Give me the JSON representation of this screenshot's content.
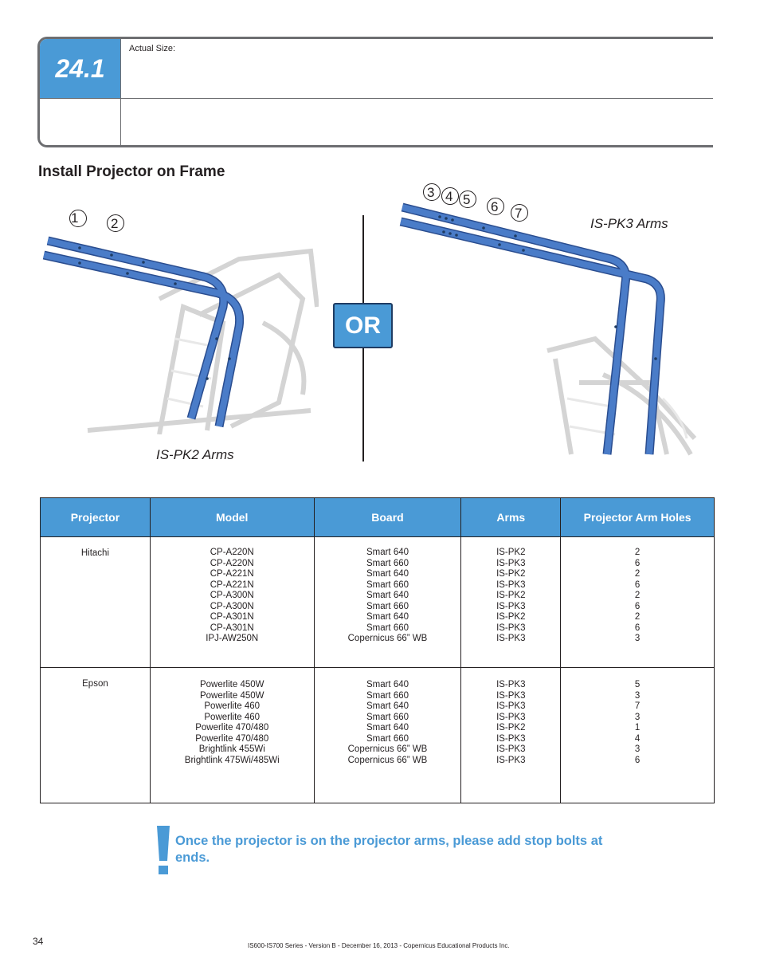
{
  "step": {
    "number": "24.1",
    "actual_size_label": "Actual Size:"
  },
  "section_title": "Install Projector on Frame",
  "figures": {
    "left": {
      "callouts": [
        "1",
        "2"
      ],
      "label": "IS-PK2 Arms"
    },
    "right": {
      "callouts": [
        "3",
        "4",
        "5",
        "6",
        "7"
      ],
      "label": "IS-PK3 Arms"
    },
    "or_label": "OR"
  },
  "table": {
    "headers": [
      "Projector",
      "Model",
      "Board",
      "Arms",
      "Projector Arm Holes"
    ],
    "rows": [
      {
        "projector": "Hitachi",
        "model": [
          "CP-A220N",
          "CP-A220N",
          "CP-A221N",
          "CP-A221N",
          "CP-A300N",
          "CP-A300N",
          "CP-A301N",
          "CP-A301N",
          "IPJ-AW250N"
        ],
        "board": [
          "Smart 640",
          "Smart 660",
          "Smart 640",
          "Smart 660",
          "Smart 640",
          "Smart 660",
          "Smart 640",
          "Smart 660",
          "Copernicus 66” WB"
        ],
        "arms": [
          "IS-PK2",
          "IS-PK3",
          "IS-PK2",
          "IS-PK3",
          "IS-PK2",
          "IS-PK3",
          "IS-PK2",
          "IS-PK3",
          "IS-PK3"
        ],
        "holes": [
          "2",
          "6",
          "2",
          "6",
          "2",
          "6",
          "2",
          "6",
          "3"
        ]
      },
      {
        "projector": "Epson",
        "model": [
          "Powerlite 450W",
          "Powerlite 450W",
          "Powerlite 460",
          "Powerlite 460",
          "Powerlite 470/480",
          "Powerlite 470/480",
          "Brightlink 455Wi",
          "Brightlink 475Wi/485Wi"
        ],
        "board": [
          "Smart 640",
          "Smart 660",
          "Smart 640",
          "Smart 660",
          "Smart 640",
          "Smart 660",
          "Copernicus 66” WB",
          "Copernicus 66” WB"
        ],
        "arms": [
          "IS-PK3",
          "IS-PK3",
          "IS-PK3",
          "IS-PK3",
          "IS-PK2",
          "IS-PK3",
          "IS-PK3",
          "IS-PK3"
        ],
        "holes": [
          "5",
          "3",
          "7",
          "3",
          "1",
          "4",
          "3",
          "6"
        ]
      }
    ]
  },
  "warning": {
    "icon": "exclamation-icon",
    "text": "Once the projector is on the projector arms, please add stop bolts at ends."
  },
  "footer": {
    "page_number": "34",
    "text": "IS600-IS700 Series - Version B - December 16, 2013 - Copernicus Educational Products Inc."
  },
  "colors": {
    "accent": "#4a9ad6",
    "arm_blue": "#4a7cc8",
    "frame_gray": "#d9d9d9"
  }
}
